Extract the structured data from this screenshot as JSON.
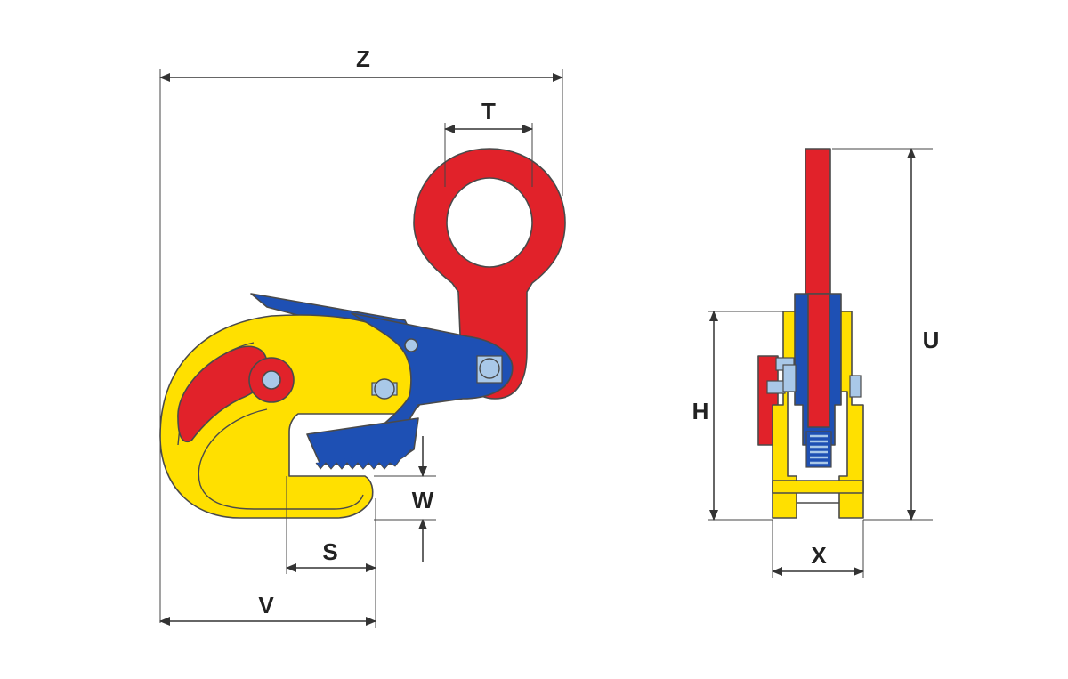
{
  "dimensions": {
    "Z": "Z",
    "T": "T",
    "W": "W",
    "S": "S",
    "V": "V",
    "U": "U",
    "H": "H",
    "X": "X"
  },
  "colors": {
    "yellow": "#ffe000",
    "blue": "#1e50b4",
    "red": "#e1222a",
    "pin": "#a9c8e8",
    "outline": "#4a4a4a"
  }
}
